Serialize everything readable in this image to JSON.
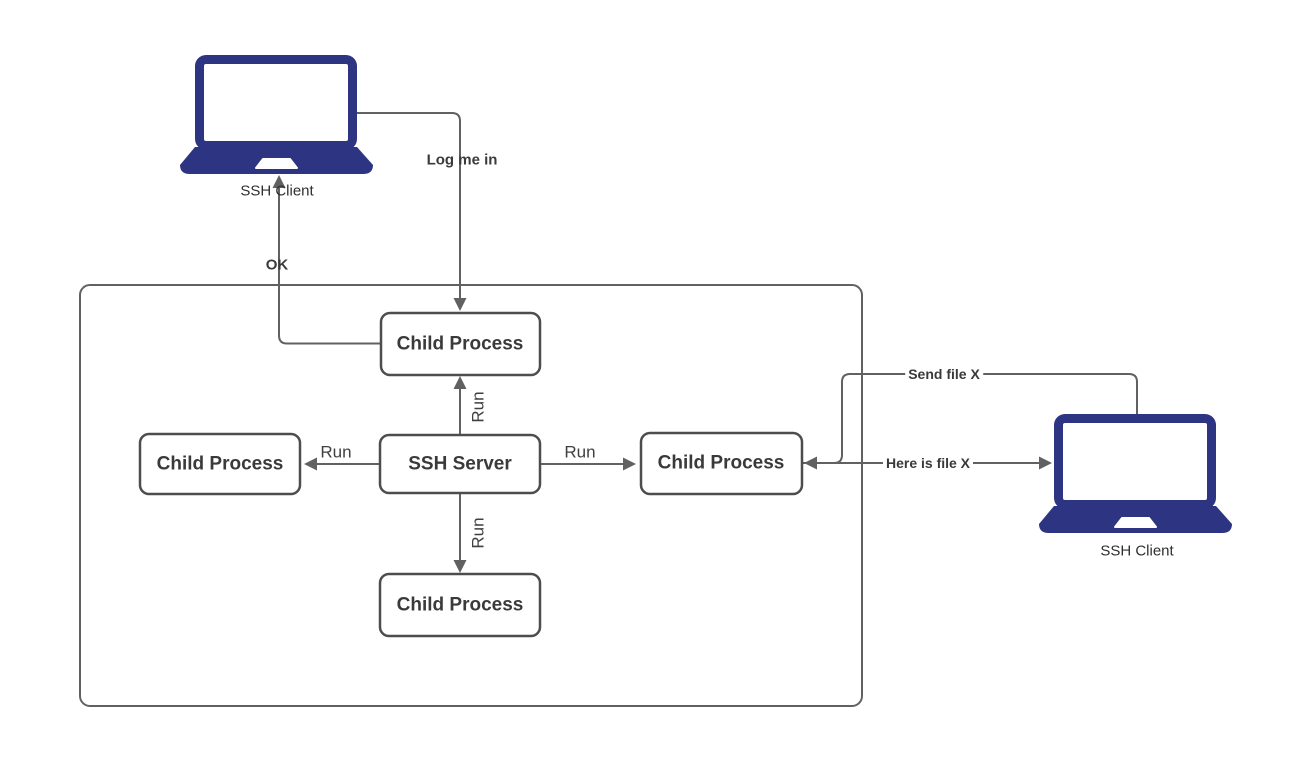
{
  "diagram": {
    "title": "SSH server and child processes diagram",
    "clients": {
      "left": {
        "label": "SSH Client"
      },
      "right": {
        "label": "SSH Client"
      }
    },
    "nodes": {
      "server": {
        "label": "SSH Server"
      },
      "child_top": {
        "label": "Child Process"
      },
      "child_left": {
        "label": "Child Process"
      },
      "child_right": {
        "label": "Child Process"
      },
      "child_bottom": {
        "label": "Child Process"
      }
    },
    "edges": {
      "log_me_in": {
        "label": "Log me in"
      },
      "ok": {
        "label": "OK"
      },
      "run_left": {
        "label": "Run"
      },
      "run_right": {
        "label": "Run"
      },
      "run_up": {
        "label": "Run"
      },
      "run_down": {
        "label": "Run"
      },
      "send_file": {
        "label": "Send file X"
      },
      "here_is_file": {
        "label": "Here is file X"
      }
    },
    "colors": {
      "laptop_navy": "#2d3482",
      "line_gray": "#616161",
      "node_border": "#4d4d4d",
      "container_border": "#616161",
      "label_text": "#3a3a3a",
      "background": "#ffffff"
    }
  }
}
